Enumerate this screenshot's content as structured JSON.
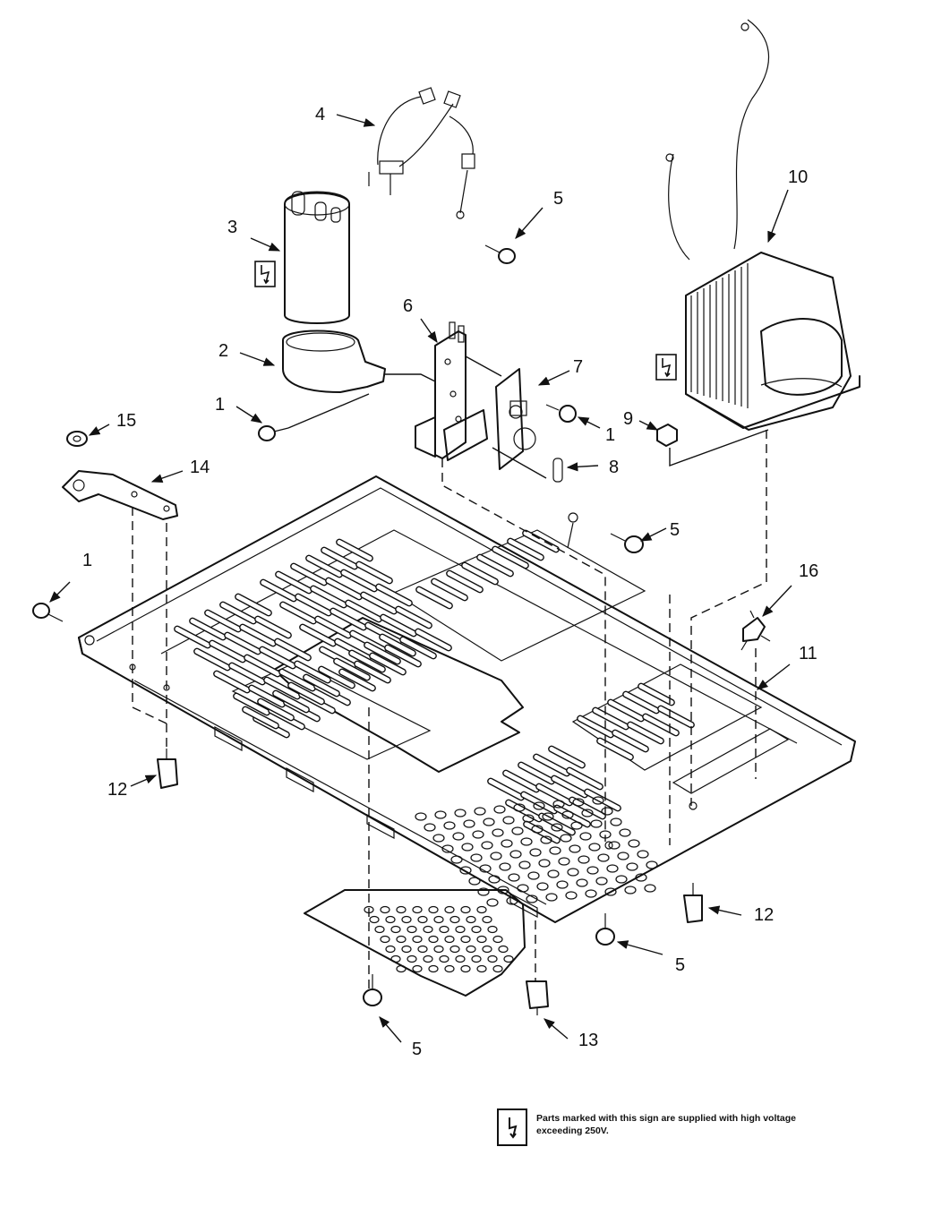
{
  "diagram": {
    "callouts": {
      "c1a": "1",
      "c1b": "1",
      "c1c": "1",
      "c2": "2",
      "c3": "3",
      "c4": "4",
      "c5a": "5",
      "c5b": "5",
      "c5c": "5",
      "c5d": "5",
      "c6": "6",
      "c7": "7",
      "c8": "8",
      "c9": "9",
      "c10": "10",
      "c11": "11",
      "c12a": "12",
      "c12b": "12",
      "c13": "13",
      "c14": "14",
      "c15": "15",
      "c16": "16"
    }
  },
  "legend": {
    "note_text": "Parts marked with this sign are supplied with high voltage exceeding 250V.",
    "symbol_icon": "high-voltage-icon"
  }
}
